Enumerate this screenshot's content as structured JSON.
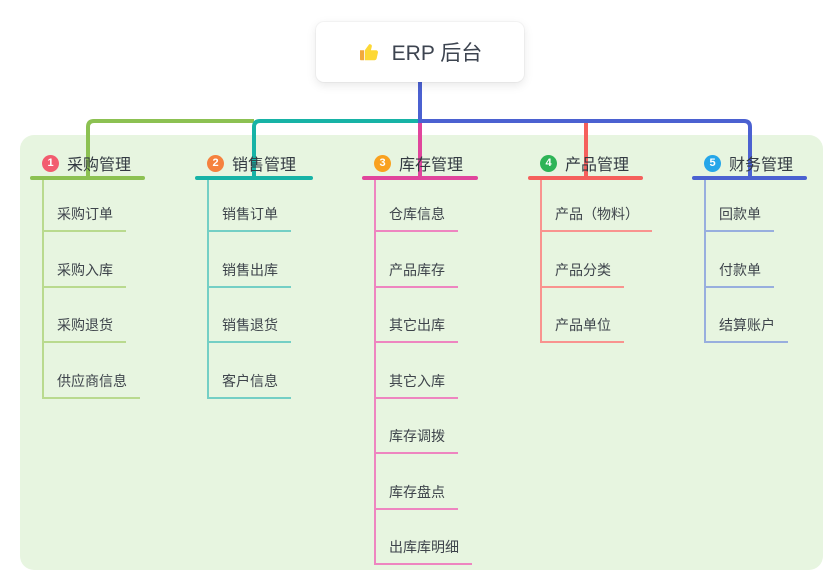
{
  "root": {
    "icon": "thumbs-up-icon",
    "label": "ERP 后台"
  },
  "colors": {
    "panel_bg": "#e7f5e0",
    "stem": "#4b61d1",
    "root_text": "#3d4450",
    "header_text": "#333a42",
    "child_text": "#3e444b"
  },
  "branches": [
    {
      "num": "1",
      "label": "采购管理",
      "badge_color": "#f25c6f",
      "line_color": "#8cc152",
      "child_line_color": "#b9da8e",
      "children": [
        "采购订单",
        "采购入库",
        "采购退货",
        "供应商信息"
      ]
    },
    {
      "num": "2",
      "label": "销售管理",
      "badge_color": "#f5813e",
      "line_color": "#17b3a6",
      "child_line_color": "#74cfc5",
      "children": [
        "销售订单",
        "销售出库",
        "销售退货",
        "客户信息"
      ]
    },
    {
      "num": "3",
      "label": "库存管理",
      "badge_color": "#f9a11f",
      "line_color": "#e0459c",
      "child_line_color": "#ee85c0",
      "children": [
        "仓库信息",
        "产品库存",
        "其它出库",
        "其它入库",
        "库存调拨",
        "库存盘点",
        "出库库明细"
      ]
    },
    {
      "num": "4",
      "label": "产品管理",
      "badge_color": "#2eb456",
      "line_color": "#f5605c",
      "child_line_color": "#f9938f",
      "children": [
        "产品（物料）",
        "产品分类",
        "产品单位"
      ]
    },
    {
      "num": "5",
      "label": "财务管理",
      "badge_color": "#25a6e9",
      "line_color": "#4b61d1",
      "child_line_color": "#98aede",
      "children": [
        "回款单",
        "付款单",
        "结算账户"
      ]
    }
  ]
}
